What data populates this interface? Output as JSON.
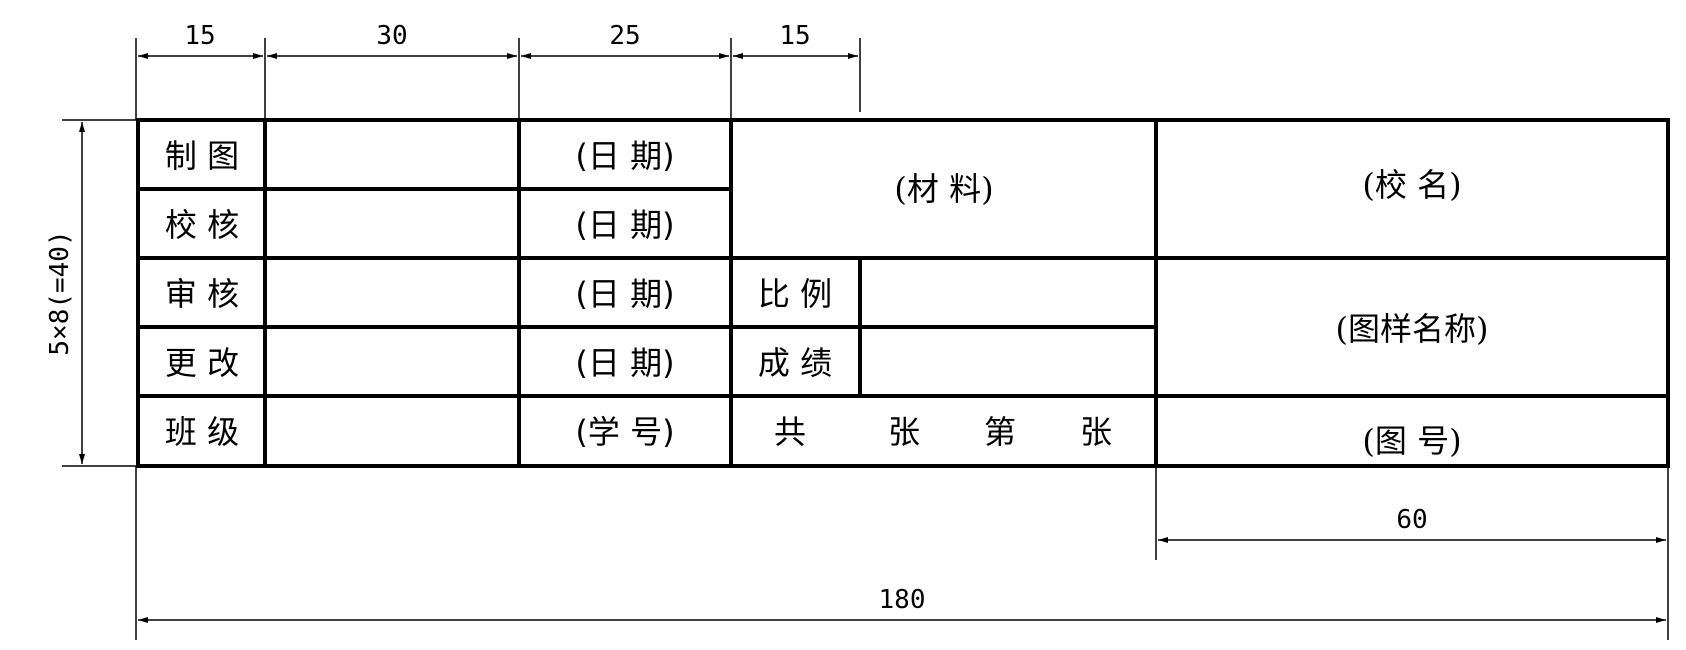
{
  "dimensions": {
    "col1": "15",
    "col2": "30",
    "col3": "25",
    "col4": "15",
    "height": "5×8(=40)",
    "right_width": "60",
    "total_width": "180"
  },
  "table": {
    "rows": [
      {
        "label": "制 图",
        "date": "(日  期)"
      },
      {
        "label": "校 核",
        "date": "(日  期)"
      },
      {
        "label": "审 核",
        "date": "(日  期)"
      },
      {
        "label": "更 改",
        "date": "(日  期)"
      },
      {
        "label": "班 级",
        "date": "(学  号)"
      }
    ],
    "material": "(材 料)",
    "school": "(校      名)",
    "scale_label": "比 例",
    "grade_label": "成 绩",
    "sheets": {
      "total": "共",
      "zhang1": "张",
      "di": "第",
      "zhang2": "张"
    },
    "drawing_name": "(图样名称)",
    "drawing_number": "(图    号)"
  }
}
